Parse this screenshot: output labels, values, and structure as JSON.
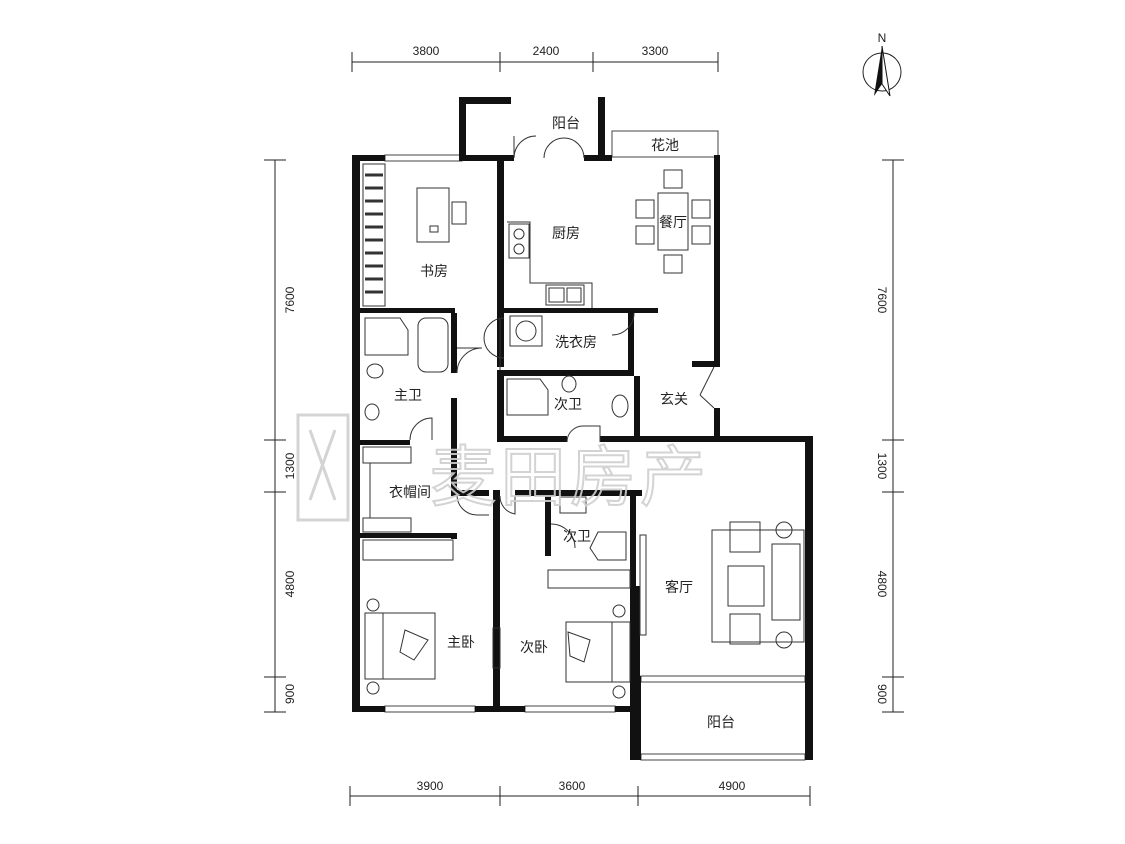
{
  "compass": {
    "label": "N"
  },
  "dimensions": {
    "top": [
      "3800",
      "2400",
      "3300"
    ],
    "bottom": [
      "3900",
      "3600",
      "4900"
    ],
    "left": [
      "7600",
      "1300",
      "4800",
      "900"
    ],
    "right": [
      "7600",
      "1300",
      "4800",
      "900"
    ]
  },
  "rooms": {
    "balcony_top": "阳台",
    "flower_bed": "花池",
    "study": "书房",
    "kitchen": "厨房",
    "dining": "餐厅",
    "laundry": "洗衣房",
    "master_bath": "主卫",
    "second_bath_upper": "次卫",
    "foyer": "玄关",
    "cloakroom": "衣帽间",
    "second_bath_lower": "次卫",
    "living": "客厅",
    "master_bedroom": "主卧",
    "second_bedroom": "次卧",
    "balcony_bottom": "阳台"
  },
  "watermark": {
    "text": "麦田房产",
    "icon": "mt-logo-icon"
  },
  "colors": {
    "wall": "#111111",
    "line": "#222222",
    "watermark": "#cfcfcf"
  }
}
